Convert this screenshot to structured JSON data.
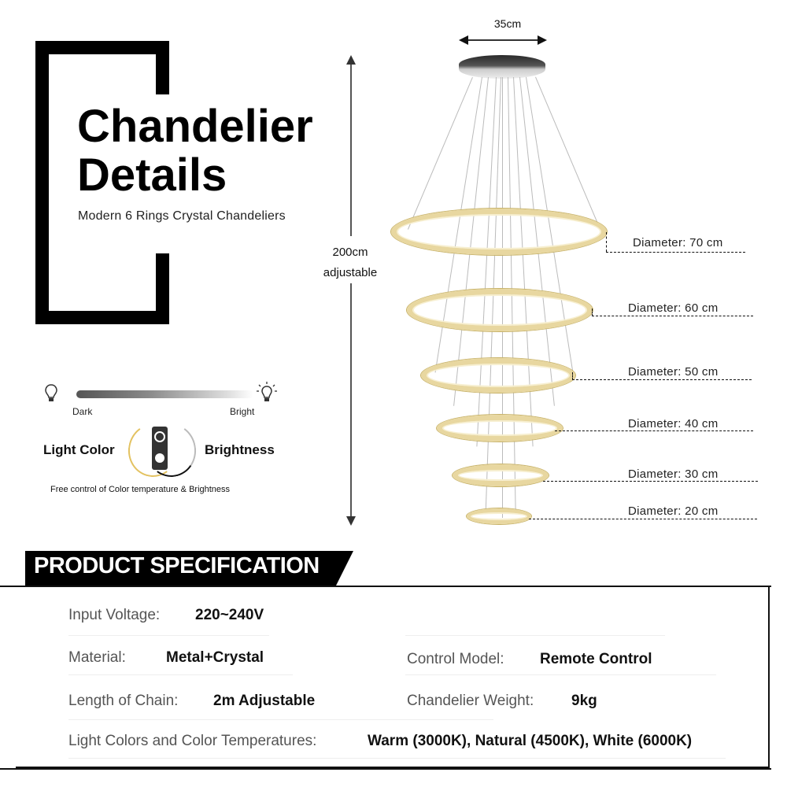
{
  "header": {
    "title_line1": "Chandelier",
    "title_line2": "Details",
    "subtitle": "Modern 6 Rings Crystal Chandeliers"
  },
  "brightness_control": {
    "left_label": "Dark",
    "right_label": "Bright",
    "light_color_label": "Light Color",
    "brightness_label": "Brightness",
    "caption": "Free control of Color temperature & Brightness",
    "icons": [
      "lightbulb-off-icon",
      "lightbulb-on-icon",
      "remote-control-icon"
    ]
  },
  "dimensions": {
    "canopy_width": "35cm",
    "height_line1": "200cm",
    "height_line2": "adjustable",
    "rings": [
      {
        "label": "Diameter: 70 cm"
      },
      {
        "label": "Diameter: 60 cm"
      },
      {
        "label": "Diameter: 50 cm"
      },
      {
        "label": "Diameter: 40 cm"
      },
      {
        "label": "Diameter: 30 cm"
      },
      {
        "label": "Diameter: 20 cm"
      }
    ]
  },
  "colors": {
    "crystal_gold": "#e8d7a0",
    "frame_black": "#000000"
  },
  "specification": {
    "title": "PRODUCT SPECIFICATION",
    "rows": [
      {
        "label": "Input Voltage:",
        "value": "220~240V"
      },
      {
        "label": "Material:",
        "value": "Metal+Crystal"
      },
      {
        "label": "Control Model:",
        "value": "Remote Control"
      },
      {
        "label": "Length of Chain:",
        "value": "2m Adjustable"
      },
      {
        "label": "Chandelier Weight:",
        "value": "9kg"
      },
      {
        "label": "Light Colors and Color Temperatures:",
        "value": "Warm (3000K), Natural (4500K), White (6000K)"
      }
    ]
  }
}
